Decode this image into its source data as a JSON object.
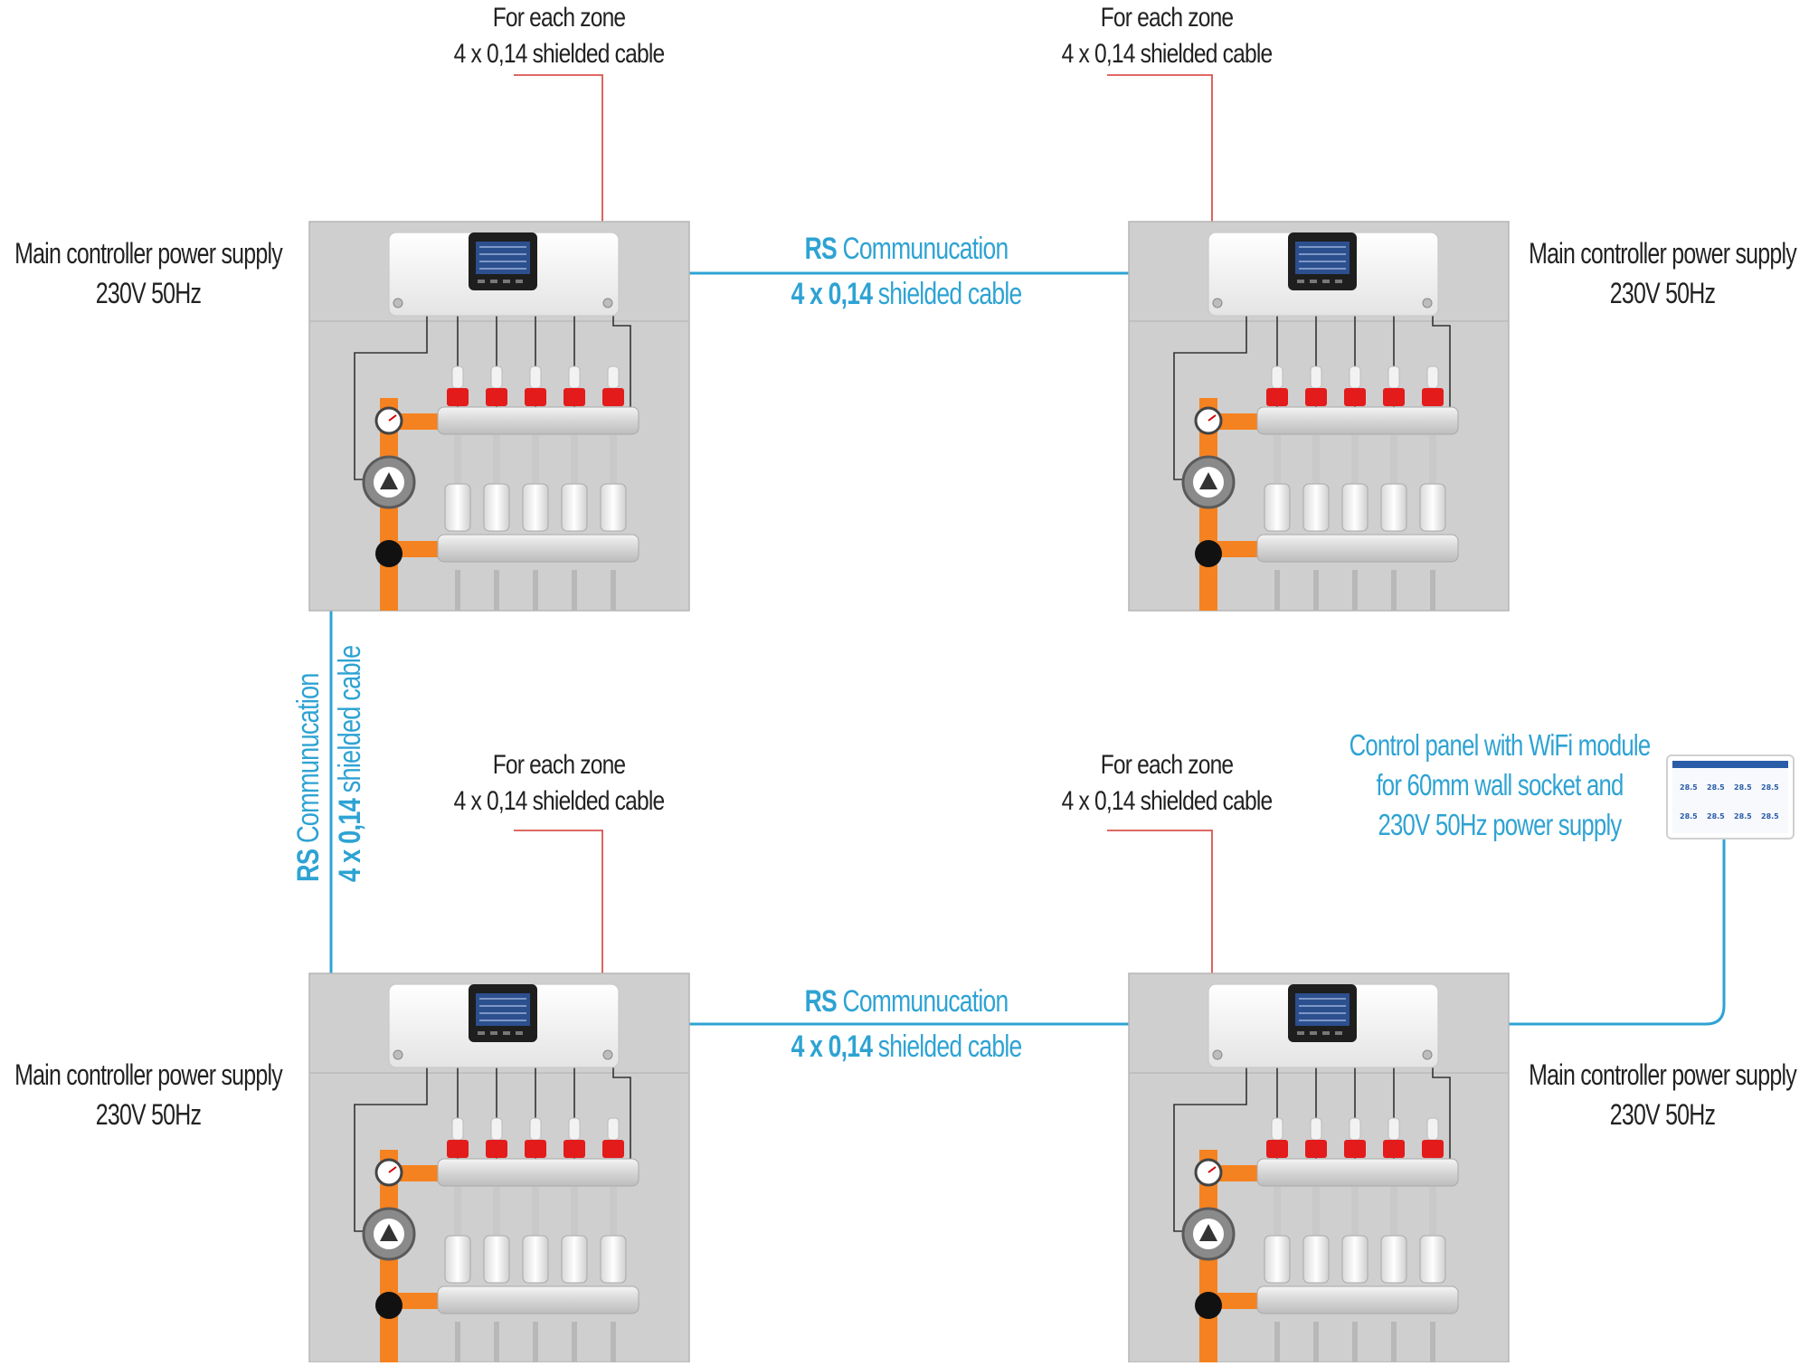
{
  "zone_label": {
    "line1": "For each zone",
    "line2": "4 x 0,14 shielded cable"
  },
  "power_label": {
    "line1": "Main controller power supply",
    "line2": "230V 50Hz"
  },
  "rs_label": {
    "bold": "RS",
    "rest": "Communucation",
    "cable_bold": "4 x 0,14",
    "cable_rest": "shielded cable"
  },
  "control_panel_label": {
    "line1": "Control panel with WiFi module",
    "line2": "for 60mm wall socket and",
    "line3": "230V 50Hz power supply"
  },
  "panel_screen": {
    "values": [
      "28.5",
      "28.5",
      "28.5",
      "28.5",
      "28.5",
      "28.5",
      "28.5",
      "28.5"
    ]
  },
  "colors": {
    "rs_cable": "#2ea3d3",
    "zone_cable": "#d9534f",
    "pipe": "#f58220",
    "valve": "#e02020",
    "box": "#cfcfcf"
  }
}
